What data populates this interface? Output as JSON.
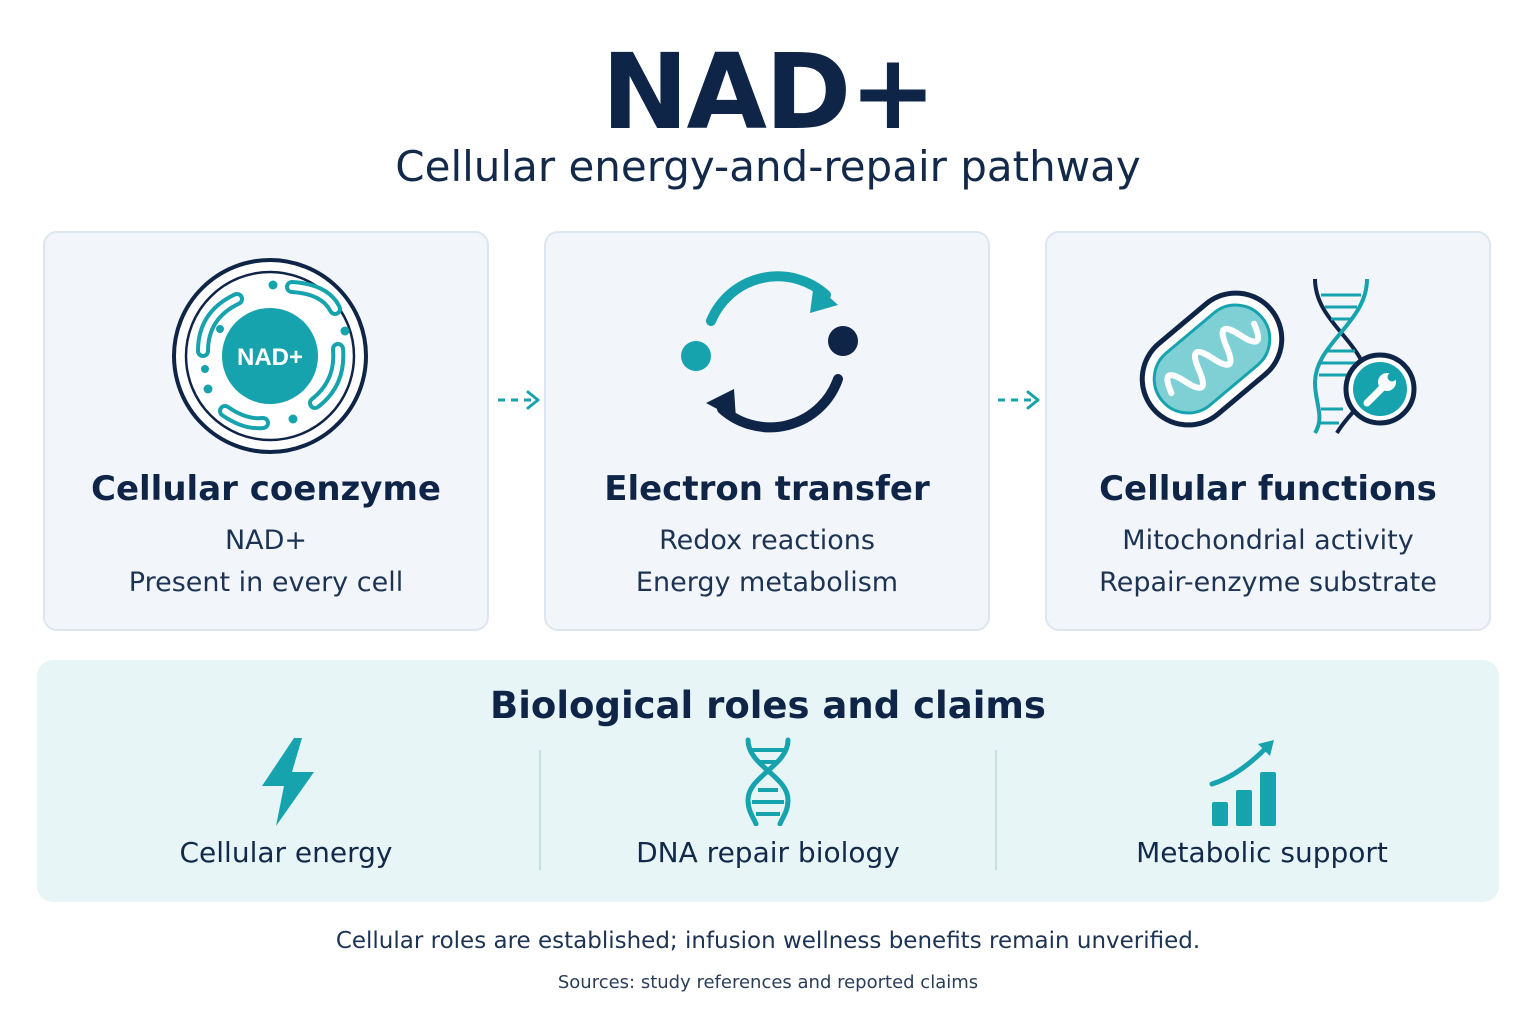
{
  "title": "NAD+",
  "subtitle": "Cellular energy-and-repair pathway",
  "colors": {
    "navy": "#0f2547",
    "teal": "#16a3ad",
    "light_teal": "#7fd0d4",
    "card_bg": "#f2f6fa",
    "roles_bg": "#e7f5f6"
  },
  "cards": [
    {
      "icon": "cell-icon",
      "badge": "NAD+",
      "title": "Cellular coenzyme",
      "line1": "NAD+",
      "line2": "Present in every cell"
    },
    {
      "icon": "cycle-arrows-icon",
      "title": "Electron transfer",
      "line1": "Redox reactions",
      "line2": "Energy metabolism"
    },
    {
      "icon": "mitochondria-dna-wrench-icon",
      "title": "Cellular functions",
      "line1": "Mitochondrial activity",
      "line2": "Repair-enzyme substrate"
    }
  ],
  "roles": {
    "title": "Biological roles and claims",
    "items": [
      {
        "icon": "lightning-icon",
        "label": "Cellular energy"
      },
      {
        "icon": "dna-icon",
        "label": "DNA repair biology"
      },
      {
        "icon": "bar-chart-growth-icon",
        "label": "Metabolic support"
      }
    ]
  },
  "footnote": "Cellular roles are established; infusion wellness benefits remain unverified.",
  "sources": "Sources: study references and reported claims"
}
